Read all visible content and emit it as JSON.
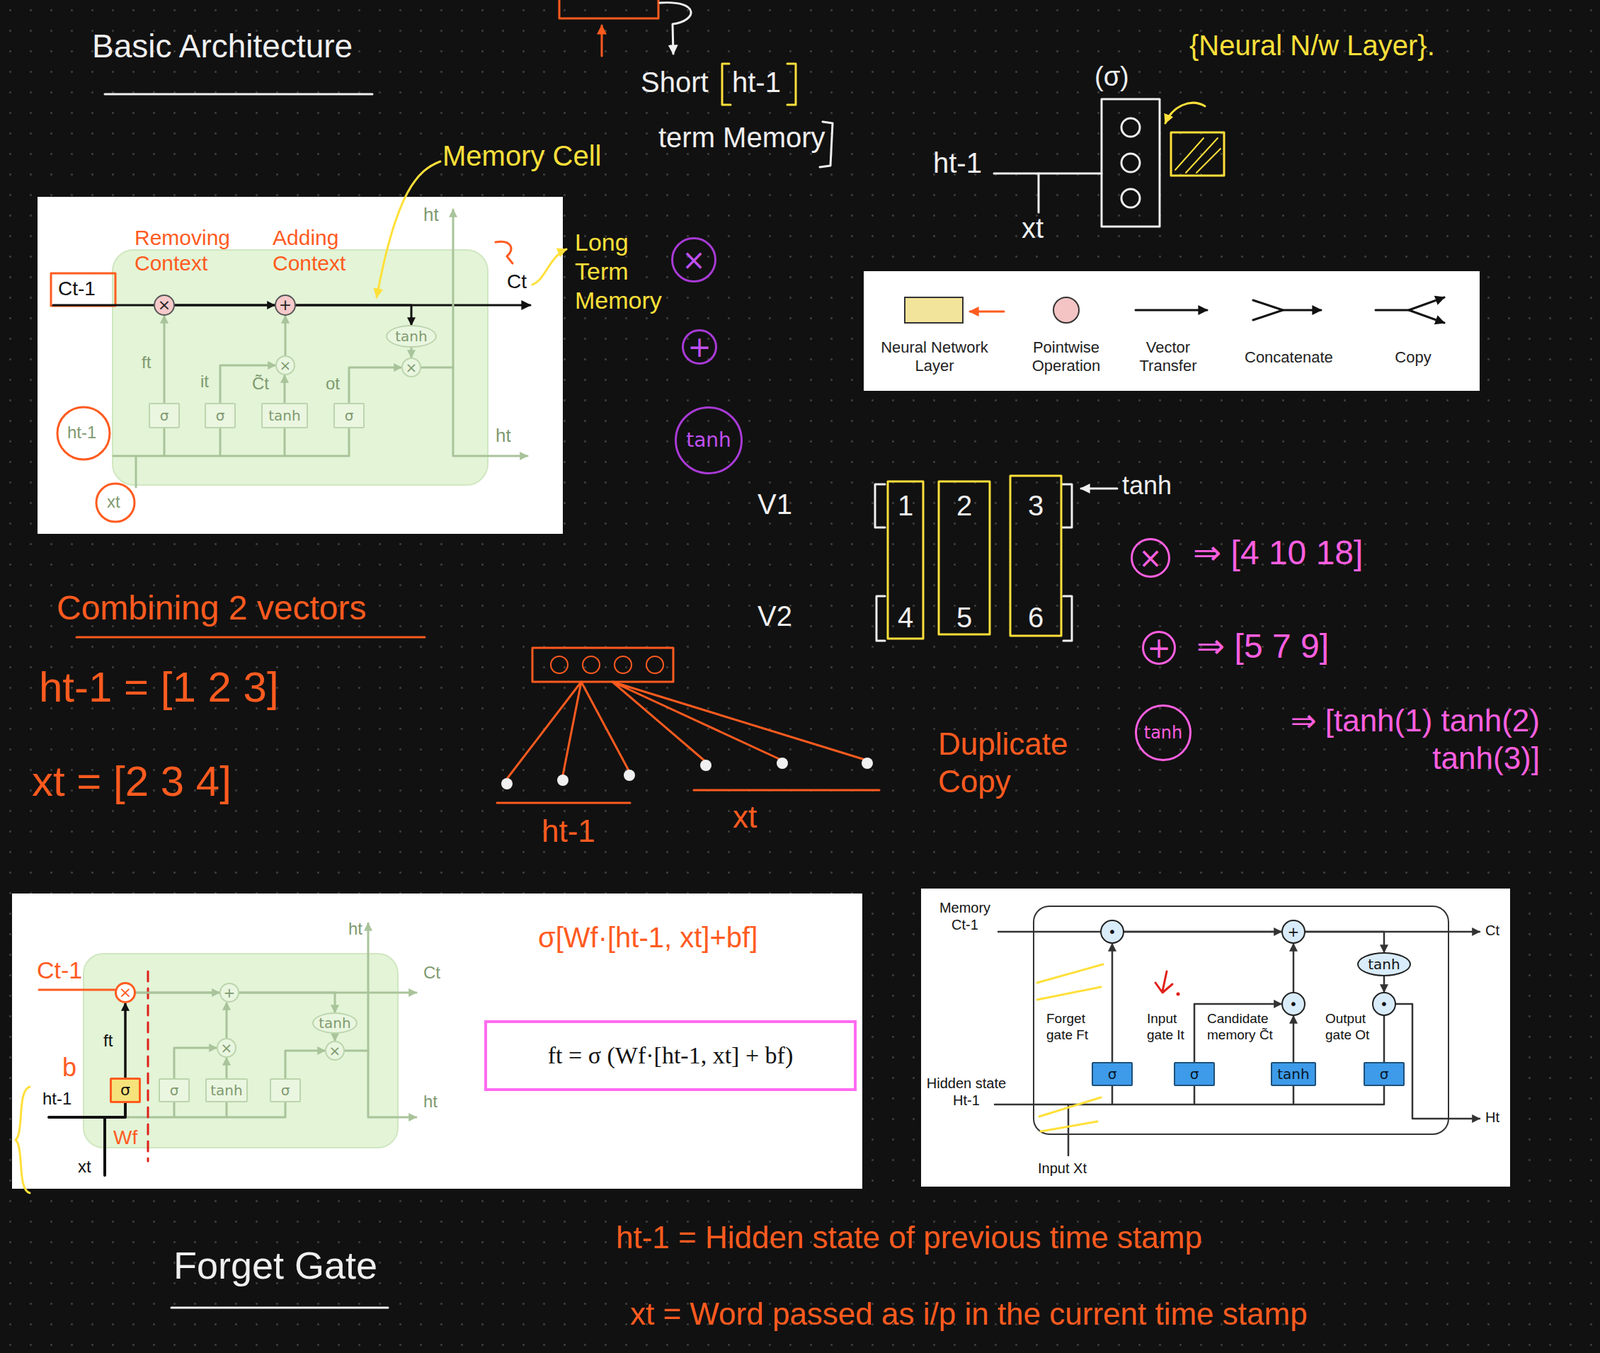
{
  "diagram": {
    "nodes": [
      {
        "text": [
          "×"
        ]
      },
      {
        "text": [
          "+"
        ]
      },
      {
        "text": [
          "tanh"
        ]
      },
      {
        "text": [
          "×"
        ]
      },
      {
        "text": [
          "×"
        ]
      },
      {
        "text": [
          "σ"
        ]
      },
      {
        "text": [
          "σ"
        ]
      },
      {
        "text": [
          "tanh"
        ]
      },
      {
        "text": [
          "σ"
        ]
      },
      {
        "text": [
          "×"
        ]
      },
      {
        "text": [
          "+"
        ]
      },
      {
        "text": [
          "tanh"
        ]
      },
      {
        "text": [
          "×"
        ]
      },
      {
        "text": [
          "+"
        ]
      },
      {
        "text": [
          "tanh"
        ]
      },
      {
        "text": [
          "×"
        ]
      },
      {
        "text": [
          "+"
        ]
      },
      {
        "text": [
          "tanh"
        ]
      },
      {
        "text": [
          "×"
        ]
      },
      {
        "text": [
          "×"
        ]
      },
      {
        "text": [
          "σ"
        ]
      },
      {
        "text": [
          "σ"
        ]
      },
      {
        "text": [
          "tanh"
        ]
      },
      {
        "text": [
          "σ"
        ]
      },
      {
        "text": [
          "ft = σ (Wf·[ht-1, xt] + bf)"
        ]
      },
      {
        "text": [
          "•"
        ]
      },
      {
        "text": [
          "+"
        ]
      },
      {
        "text": [
          "tanh"
        ]
      },
      {
        "text": [
          "•"
        ]
      },
      {
        "text": [
          "•"
        ]
      },
      {
        "text": [
          "σ"
        ]
      },
      {
        "text": [
          "σ"
        ]
      },
      {
        "text": [
          "tanh"
        ]
      },
      {
        "text": [
          "σ"
        ]
      }
    ],
    "edges": [
      {
        "from": 5,
        "to": 0,
        "arrow": "to"
      },
      {
        "from": 0,
        "to": 1,
        "arrow": "to"
      },
      {
        "from": 6,
        "to": 3,
        "arrow": "to"
      },
      {
        "from": 7,
        "to": 3,
        "arrow": "to"
      },
      {
        "from": 3,
        "to": 1,
        "arrow": "to"
      },
      {
        "from": 1,
        "to": 2,
        "arrow": "to"
      },
      {
        "from": 2,
        "to": 4,
        "arrow": "to"
      },
      {
        "from": 8,
        "to": 4,
        "arrow": "to"
      },
      {
        "from": 20,
        "to": 15,
        "arrow": "to"
      },
      {
        "from": 15,
        "to": 16,
        "arrow": "to"
      },
      {
        "from": 21,
        "to": 18,
        "arrow": "to"
      },
      {
        "from": 22,
        "to": 18,
        "arrow": "to"
      },
      {
        "from": 18,
        "to": 16,
        "arrow": "to"
      },
      {
        "from": 16,
        "to": 17,
        "arrow": "to"
      },
      {
        "from": 17,
        "to": 19,
        "arrow": "to"
      },
      {
        "from": 23,
        "to": 19,
        "arrow": "to"
      },
      {
        "from": 30,
        "to": 25,
        "arrow": "to"
      },
      {
        "from": 25,
        "to": 26,
        "arrow": "to"
      },
      {
        "from": 31,
        "to": 28,
        "arrow": "to"
      },
      {
        "from": 32,
        "to": 28,
        "arrow": "to"
      },
      {
        "from": 28,
        "to": 26,
        "arrow": "to"
      },
      {
        "from": 26,
        "to": 27,
        "arrow": "to"
      },
      {
        "from": 27,
        "to": 29,
        "arrow": "to"
      },
      {
        "from": 33,
        "to": 29,
        "arrow": "to"
      }
    ],
    "labels": [
      "Basic Architecture",
      "Short",
      "ht-1",
      "term Memory",
      "Memory Cell",
      "{Neural N/w Layer}.",
      "(σ)",
      "ht-1",
      "xt",
      "Removing Context",
      "Adding Context",
      "Ct-1",
      "Ct",
      "ht",
      "ft",
      "it",
      "C̃t",
      "ot",
      "ht",
      "ht-1",
      "xt",
      "Long Term Memory",
      "V1",
      "1",
      "2",
      "3",
      "V2",
      "4",
      "5",
      "6",
      "tanh",
      "⇒ [4 10 18]",
      "⇒ [5 7 9]",
      "⇒ [tanh(1) tanh(2) tanh(3)]",
      "Combining 2 vectors",
      "ht-1 = [1 2 3]",
      "xt = [2 3 4]",
      "ht-1",
      "xt",
      "Duplicate Copy",
      "Ct-1",
      "ht",
      "Ct",
      "ft",
      "b",
      "Wf",
      "ht-1",
      "xt",
      "ht",
      "σ[Wf·[ht-1, xt]+bf]",
      "Memory Ct-1",
      "Hidden state Ht-1",
      "Input Xt",
      "Ct",
      "Ht",
      "Forget gate Ft",
      "Input gate It",
      "Candidate memory C̃t",
      "Output gate Ot",
      "Forget Gate",
      "ht-1 = Hidden state of previous time stamp",
      "xt = Word passed as i/p in the current time stamp"
    ],
    "legend": [
      {
        "text": "Neural Network Layer",
        "color": "#f3e49b"
      },
      {
        "text": "Pointwise Operation",
        "color": "#f4c4c4"
      },
      {
        "text": "Vector Transfer"
      },
      {
        "text": "Concatenate"
      },
      {
        "text": "Copy"
      }
    ]
  }
}
